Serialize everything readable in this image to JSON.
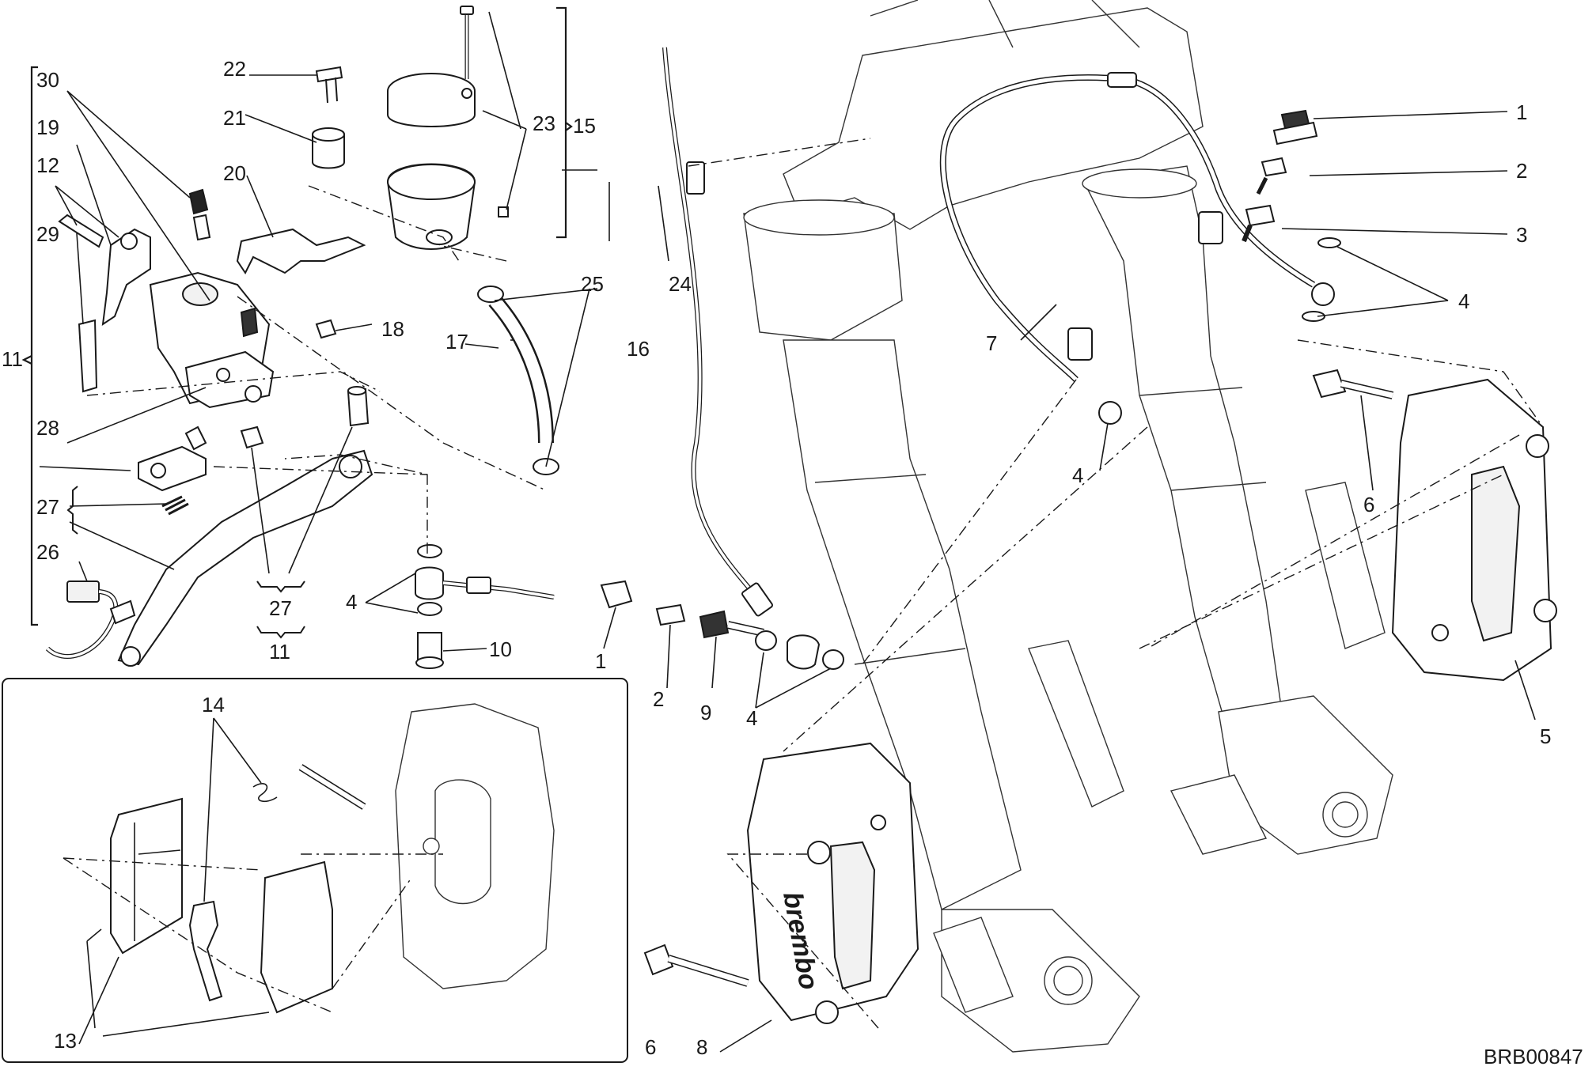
{
  "diagram": {
    "code": "BRB00847",
    "callouts": {
      "c1a": "1",
      "c1b": "1",
      "c2a": "2",
      "c2b": "2",
      "c3": "3",
      "c4a": "4",
      "c4b": "4",
      "c4c": "4",
      "c4d": "4",
      "c5": "5",
      "c6a": "6",
      "c6b": "6",
      "c7": "7",
      "c8": "8",
      "c9": "9",
      "c10": "10",
      "c11a": "11",
      "c11b": "11",
      "c12": "12",
      "c13": "13",
      "c14": "14",
      "c15": "15",
      "c16": "16",
      "c17": "17",
      "c18": "18",
      "c19": "19",
      "c20": "20",
      "c21": "21",
      "c22": "22",
      "c23": "23",
      "c24": "24",
      "c25": "25",
      "c26": "26",
      "c27a": "27",
      "c27b": "27",
      "c28": "28",
      "c29": "29",
      "c30": "30"
    },
    "caliper_brand": "brembo"
  }
}
